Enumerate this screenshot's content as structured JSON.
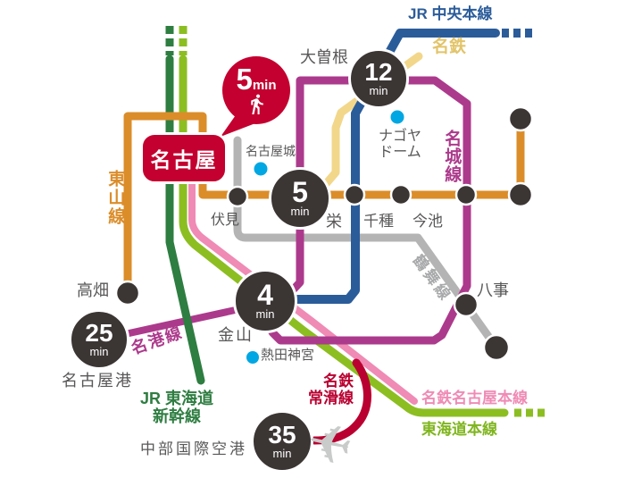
{
  "lines": {
    "jr_chuo": {
      "name": "JR 中央本線",
      "color": "#2B5C9A"
    },
    "meitetsu_seto": {
      "name": "名鉄",
      "color": "#F2D78B",
      "label_color": "#E2C469"
    },
    "meijo": {
      "name": "名城線",
      "color": "#AC3A8C"
    },
    "higashiyama": {
      "name": "東山線",
      "color": "#DB8D2A"
    },
    "tsurumai": {
      "name": "鶴舞線",
      "color": "#B4B4B5"
    },
    "meiko": {
      "name": "名港線",
      "color": "#AC3A8C"
    },
    "shinkansen": {
      "name_line1": "JR 東海道",
      "name_line2": "新幹線",
      "color": "#2E7D41"
    },
    "tokaido": {
      "name": "東海道本線",
      "color": "#8CBE22"
    },
    "meitetsu_main": {
      "name": "名鉄名古屋本線",
      "color": "#EF8BB5"
    },
    "tokoname": {
      "name_line1": "名鉄",
      "name_line2": "常滑線",
      "color": "#B90030"
    }
  },
  "stations": {
    "nagoya": "名古屋",
    "ozone": "大曽根",
    "fushimi": "伏見",
    "sakae": "栄",
    "chikusa": "千種",
    "imaike": "今池",
    "takabata": "高畑",
    "yagoto": "八事",
    "kanayama": "金山",
    "nagoya_port": "名古屋港",
    "centrair": "中部国際空港"
  },
  "landmarks": {
    "nagoya_castle": "名古屋城",
    "nagoya_dome_line1": "ナゴヤ",
    "nagoya_dome_line2": "ドーム",
    "atsuta_shrine": "熱田神宮"
  },
  "travel_times": {
    "walk_to_station": {
      "value": "5",
      "unit": "min"
    },
    "to_ozone": {
      "value": "12",
      "unit": "min"
    },
    "to_sakae": {
      "value": "5",
      "unit": "min"
    },
    "to_kanayama": {
      "value": "4",
      "unit": "min"
    },
    "to_nagoya_port": {
      "value": "25",
      "unit": "min"
    },
    "to_centrair": {
      "value": "35",
      "unit": "min"
    }
  },
  "icons": {
    "walking": "walking-person-icon",
    "airplane": "airplane-icon",
    "airplane_glyph": "✈"
  },
  "colors": {
    "dark": "#3B3534",
    "red": "#C3002F",
    "text_gray": "#595757",
    "cyan": "#00A7E2",
    "white": "#FFFFFF"
  }
}
